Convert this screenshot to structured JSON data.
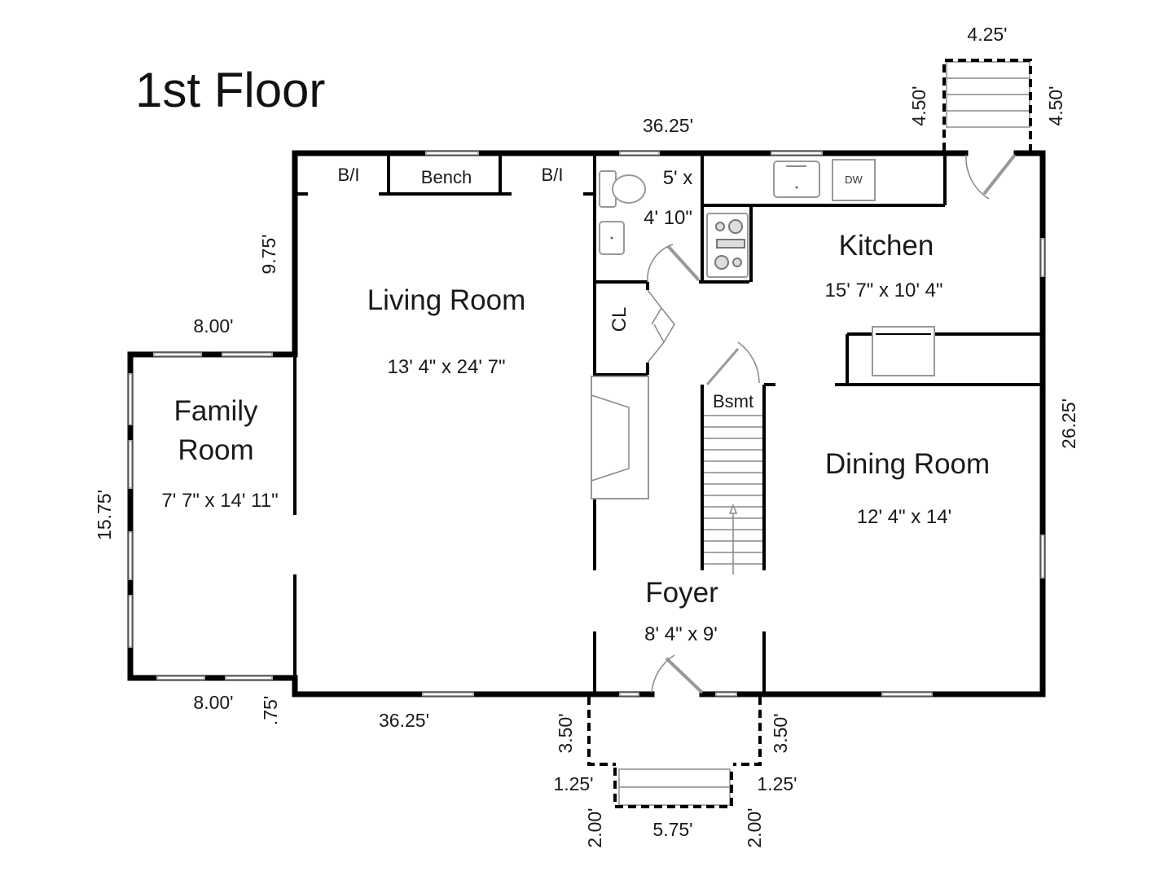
{
  "title": "1st Floor",
  "rooms": {
    "living_room": {
      "name": "Living Room",
      "size": "13' 4\" x 24' 7\""
    },
    "family_room": {
      "name_line1": "Family",
      "name_line2": "Room",
      "size": "7' 7\" x 14' 11\""
    },
    "kitchen": {
      "name": "Kitchen",
      "size": "15' 7\" x 10' 4\""
    },
    "dining_room": {
      "name": "Dining Room",
      "size": "12' 4\" x 14'"
    },
    "foyer": {
      "name": "Foyer",
      "size": "8' 4\" x 9'"
    },
    "half_bath": {
      "size_line1": "5' x",
      "size_line2": "4' 10\""
    },
    "closet": {
      "name": "CL"
    },
    "basement_stairs": {
      "name": "Bsmt"
    }
  },
  "fixtures": {
    "builtin_left": "B/I",
    "bench": "Bench",
    "builtin_right": "B/I",
    "dishwasher": "DW"
  },
  "dimensions": {
    "top_width": "36.25'",
    "bottom_width": "36.25'",
    "right_height": "26.25'",
    "left_upper_height": "9.75'",
    "family_top": "8.00'",
    "family_bottom": "8.00'",
    "family_left": "15.75'",
    "family_offset": ".75'",
    "rear_step_width": "4.25'",
    "rear_step_left": "4.50'",
    "rear_step_right": "4.50'",
    "front_landing_left": "3.50'",
    "front_landing_right": "3.50'",
    "front_step_left_offset": "1.25'",
    "front_step_right_offset": "1.25'",
    "front_step_left_depth": "2.00'",
    "front_step_right_depth": "2.00'",
    "front_step_width": "5.75'"
  }
}
